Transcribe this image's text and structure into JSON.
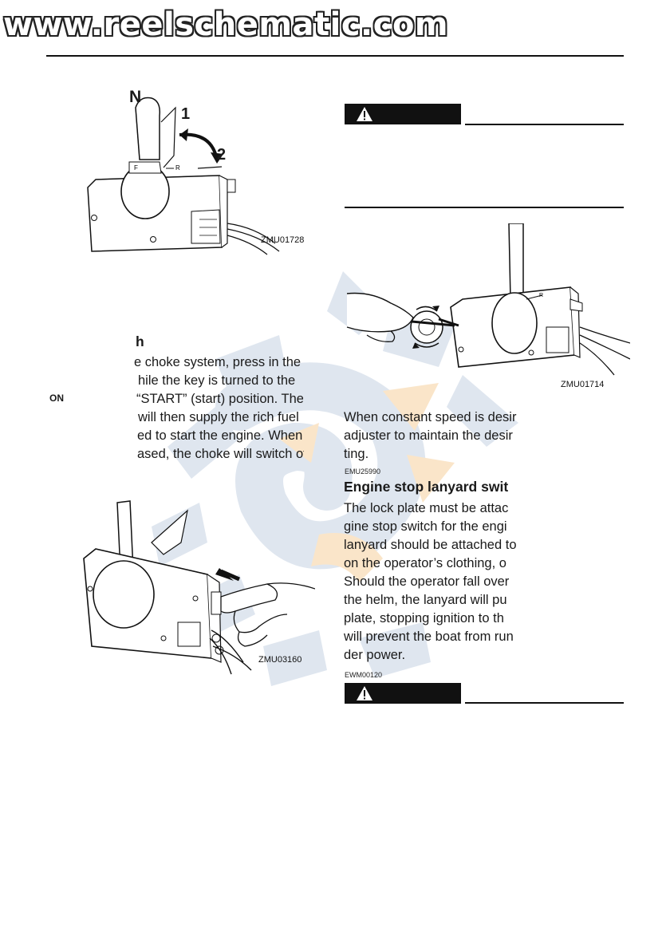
{
  "watermark": "www.reelschematic.com",
  "left_column": {
    "fig1": {
      "label_n": "N",
      "label_1": "1",
      "label_2": "2",
      "code": "ZMU01728"
    },
    "heading": "h",
    "side_label": "ON",
    "lines": [
      "e choke system, press in the",
      "hile the key is turned to the",
      "“START” (start) position. The",
      "will then supply the rich fuel",
      "ed to start the engine. When",
      "ased, the choke will switch off"
    ],
    "fig2": {
      "code": "ZMU03160"
    }
  },
  "right_column": {
    "fig3": {
      "code": "ZMU01714"
    },
    "lines_a": [
      "When constant speed is desir",
      "adjuster to maintain the desir",
      "ting."
    ],
    "code_1": "EMU25990",
    "heading": "Engine stop lanyard swit",
    "lines_b": [
      "The lock plate must be attac",
      "gine stop switch for the engi",
      "lanyard should be attached to",
      "on the operator’s clothing, o",
      "Should the operator fall over",
      "the helm, the lanyard will pu",
      "plate, stopping ignition to th",
      "will prevent the boat from run",
      "der power."
    ],
    "code_2": "EWM00120"
  },
  "colors": {
    "watermark_blue": "#9fb3cf",
    "watermark_orange": "#f2b15a"
  }
}
